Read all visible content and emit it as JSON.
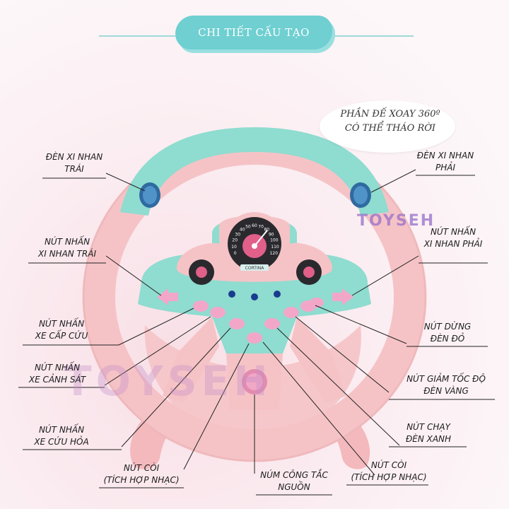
{
  "header": {
    "title": "CHI  TIẾT CẤU TẠO"
  },
  "bubble": {
    "line1": "PHẦN ĐẾ XOAY 360º",
    "line2": "CÓ THỂ THÁO RỜI"
  },
  "watermark": {
    "text": "TOYSEH"
  },
  "speedometer": {
    "ticks": [
      "0",
      "10",
      "20",
      "30",
      "40",
      "50",
      "60",
      "70",
      "80",
      "90",
      "100",
      "110",
      "120"
    ],
    "brand": "CORTINA"
  },
  "labels": {
    "left_turn_light": {
      "line1": "ĐÈN XI NHAN",
      "line2": "TRÁI"
    },
    "right_turn_light": {
      "line1": "ĐÈN XI NHAN",
      "line2": "PHẢI"
    },
    "left_signal_btn": {
      "line1": "NÚT NHẤN",
      "line2": "XI NHAN TRÁI"
    },
    "right_signal_btn": {
      "line1": "NÚT NHẤN",
      "line2": "XI NHAN PHẢI"
    },
    "ambulance_btn": {
      "line1": "NÚT NHẤN",
      "line2": "XE CẤP CỨU"
    },
    "police_btn": {
      "line1": "NÚT NHẤN",
      "line2": "XE CẢNH SÁT"
    },
    "fire_truck_btn": {
      "line1": "NÚT NHẤN",
      "line2": "XE CỨU HỎA"
    },
    "horn_left": {
      "line1": "NÚT CÒI",
      "line2": "(TÍCH HỢP NHẠC)"
    },
    "power_knob": {
      "line1": "NÚM CÔNG TẮC",
      "line2": "NGUỒN"
    },
    "horn_right": {
      "line1": "NÚT CÒI",
      "line2": "(TÍCH HỢP NHẠC)"
    },
    "red_light_btn": {
      "line1": "NÚT DỪNG",
      "line2": "ĐÈN ĐỎ"
    },
    "yellow_light_btn": {
      "line1": "NÚT GIẢM TỐC ĐỘ",
      "line2": "ĐÈN VÀNG"
    },
    "green_light_btn": {
      "line1": "NÚT CHẠY",
      "line2": "ĐÈN XANH"
    }
  },
  "colors": {
    "teal": "#8fdcd0",
    "pink": "#f5c3c6",
    "pink_dark": "#e8a9ad",
    "button_pink": "#f2a7c9",
    "header": "#6fcfd1"
  }
}
